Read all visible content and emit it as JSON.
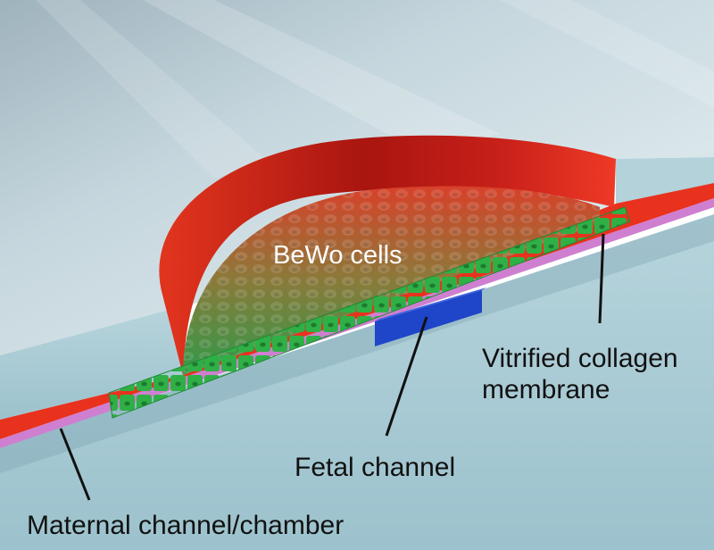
{
  "labels": {
    "bewo": "BeWo cells",
    "collagen_line1": "Vitrified collagen",
    "collagen_line2": "membrane",
    "fetal": "Fetal channel",
    "maternal": "Maternal channel/chamber"
  },
  "colors": {
    "chip_top": "#c9dde4",
    "chip_side": "#a9ccd6",
    "maternal_channel": "#e8321e",
    "chamber_wall": "#c01d14",
    "collagen_membrane": "#cf7fd0",
    "bewo_cells": "#2fb046",
    "fetal_channel": "#1f45c8"
  }
}
